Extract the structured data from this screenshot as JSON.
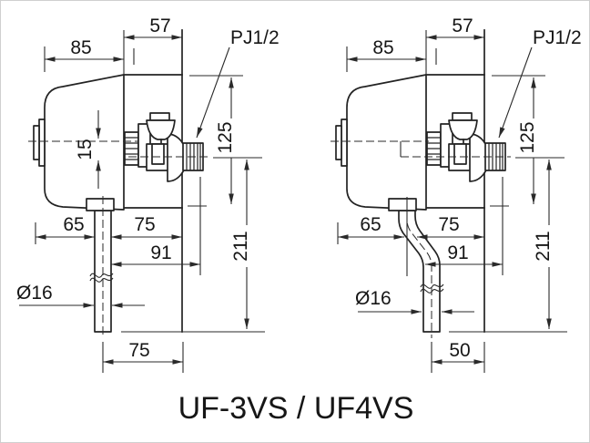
{
  "title": "UF-3VS / UF4VS",
  "colors": {
    "line": "#232323",
    "background": "#ffffff",
    "border": "#cfcfcf"
  },
  "figures": {
    "left": {
      "dims": {
        "wall_offset_top": "57",
        "depth": "85",
        "thread_type": "PJ1/2",
        "body_height": "125",
        "outlet_offset": "15",
        "front_to_pipe": "65",
        "pipe_to_wall": "75",
        "pipe_to_thread_end": "91",
        "total_height": "211",
        "pipe_diameter": "Ø16",
        "pipe_to_wall_bottom": "75"
      }
    },
    "right": {
      "dims": {
        "wall_offset_top": "57",
        "depth": "85",
        "thread_type": "PJ1/2",
        "body_height": "125",
        "front_to_pipe": "65",
        "pipe_to_wall": "75",
        "pipe_to_thread_end": "91",
        "total_height": "211",
        "pipe_diameter": "Ø16",
        "pipe_to_wall_bottom": "50"
      }
    }
  }
}
